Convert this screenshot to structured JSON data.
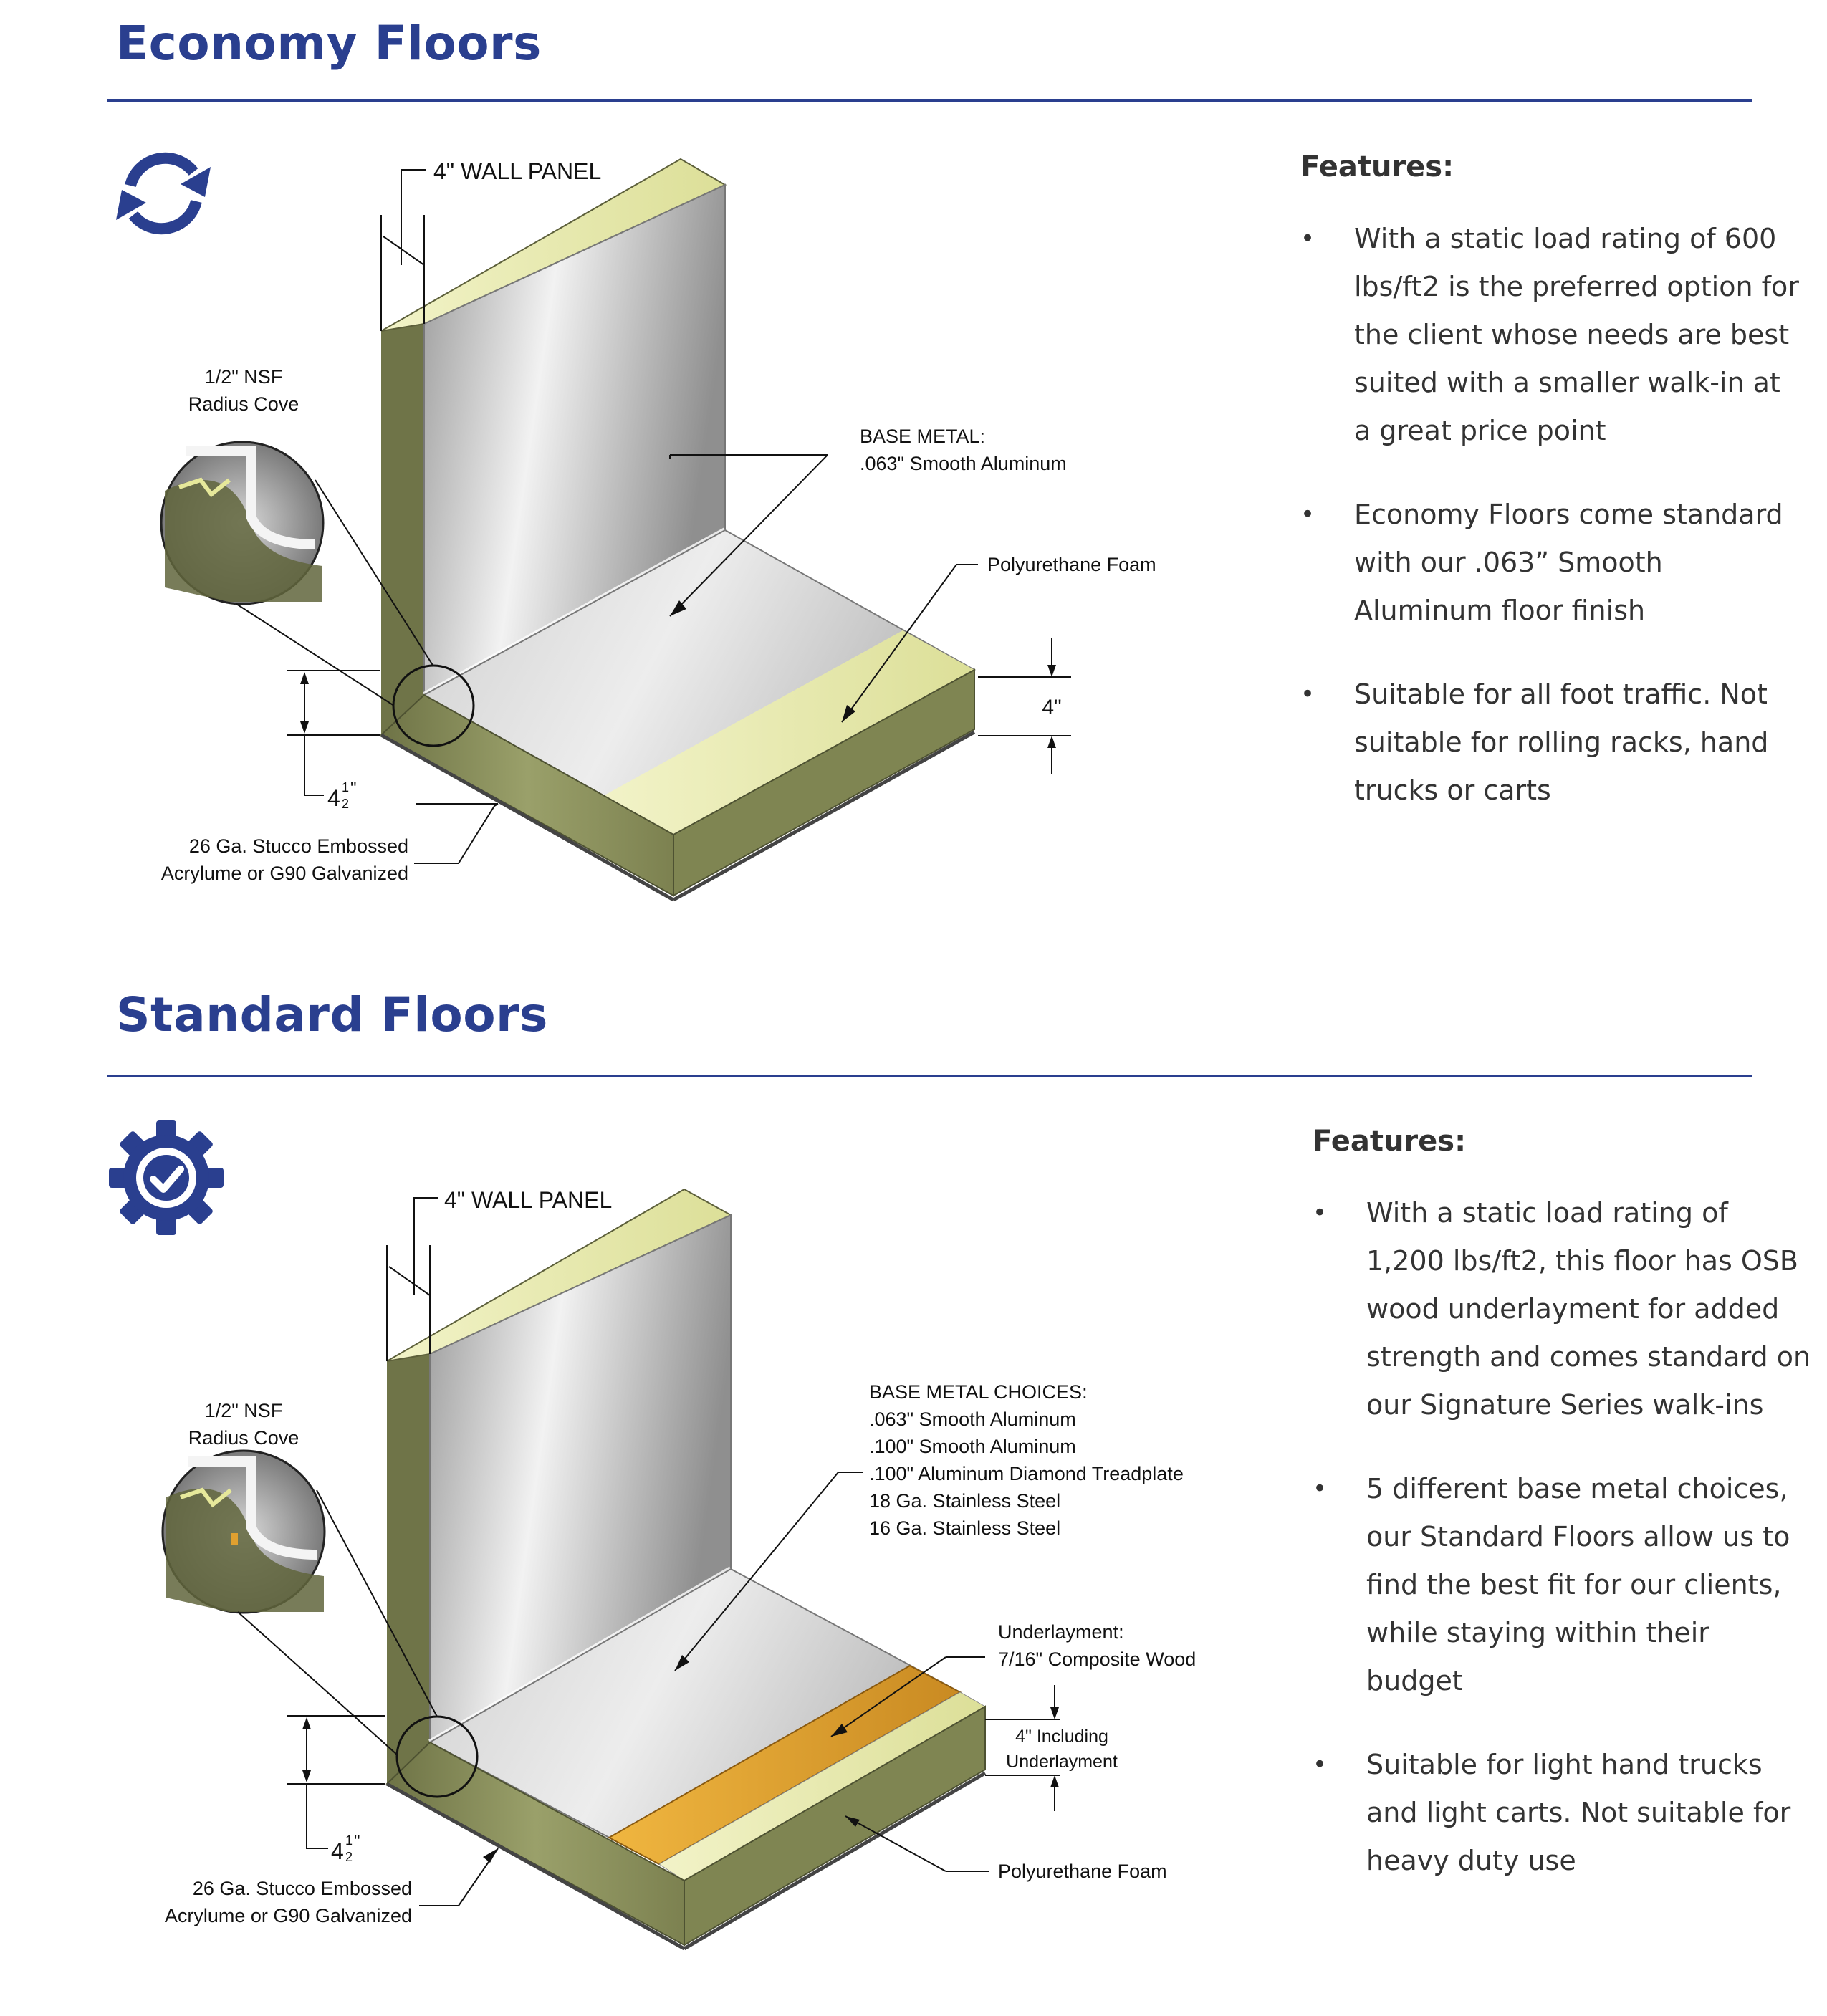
{
  "sections": [
    {
      "title": "Economy Floors",
      "icon": "sync-arrows-icon",
      "diagram": {
        "wall_panel": "4\" WALL PANEL",
        "cove_line1": "1/2\" NSF",
        "cove_line2": "Radius Cove",
        "base_line1": "BASE METAL:",
        "base_line2": ".063\" Smooth Aluminum",
        "foam": "Polyurethane Foam",
        "thickness": "4\"",
        "height_whole": "4",
        "height_num": "1",
        "height_den": "2",
        "height_unit": "\"",
        "skin_line1": "26 Ga. Stucco Embossed",
        "skin_line2": "Acrylume or G90 Galvanized"
      },
      "features_heading": "Features:",
      "features": [
        "With a static load rating of 600 lbs/ft2 is the preferred option for the client whose needs are best suited with a smaller walk-in at a great price point",
        "Economy Floors come standard with our .063” Smooth Aluminum floor finish",
        "Suitable for all foot traffic. Not suitable for rolling racks, hand trucks or carts"
      ]
    },
    {
      "title": "Standard Floors",
      "icon": "gear-check-icon",
      "diagram": {
        "wall_panel": "4\" WALL PANEL",
        "cove_line1": "1/2\" NSF",
        "cove_line2": "Radius Cove",
        "base_heading": "BASE METAL CHOICES:",
        "base_choices": [
          ".063\" Smooth Aluminum",
          ".100\" Smooth  Aluminum",
          ".100\" Aluminum Diamond Treadplate",
          "18 Ga. Stainless Steel",
          "16 Ga. Stainless Steel"
        ],
        "underlay_line1": "Underlayment:",
        "underlay_line2": "7/16\" Composite Wood",
        "thickness_line1": "4\" Including",
        "thickness_line2": "Underlayment",
        "foam": "Polyurethane Foam",
        "height_whole": "4",
        "height_num": "1",
        "height_den": "2",
        "height_unit": "\"",
        "skin_line1": "26 Ga. Stucco Embossed",
        "skin_line2": "Acrylume or G90 Galvanized"
      },
      "features_heading": "Features:",
      "features": [
        "With a static load rating of 1,200 lbs/ft2, this floor has OSB wood underlayment for added strength and comes standard on our Signature Series walk-ins",
        "5 different base metal choices, our Standard Floors allow us to find the best fit for our clients, while staying within their budget",
        "Suitable for light hand trucks and light carts. Not suitable for heavy duty use"
      ]
    }
  ],
  "colors": {
    "brand_blue": "#2a3f8f",
    "foam": "#e8eaa8",
    "skin": "#8f9660",
    "underlayment": "#e0a030"
  }
}
